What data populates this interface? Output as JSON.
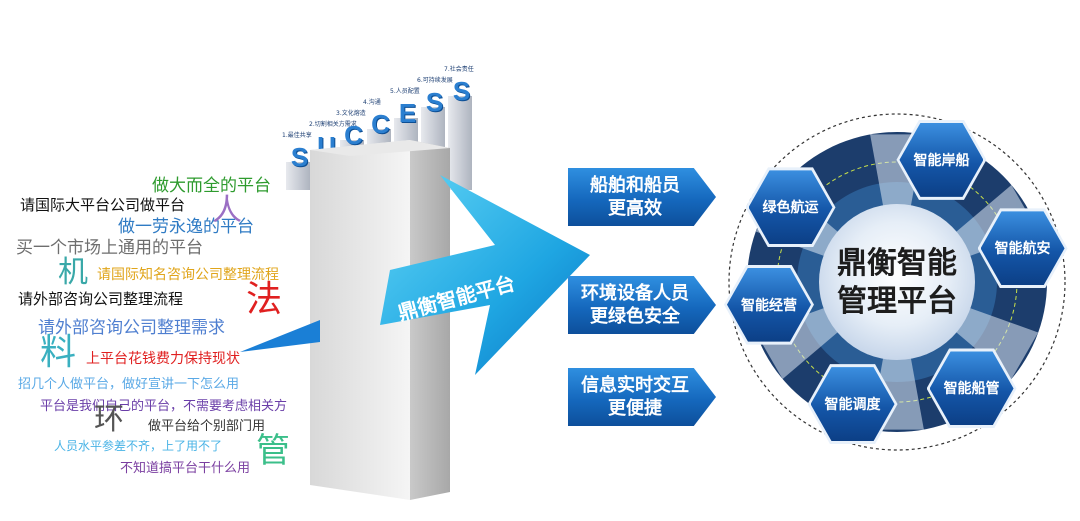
{
  "success": {
    "letters": [
      "S",
      "U",
      "C",
      "C",
      "E",
      "S",
      "S"
    ],
    "labels": [
      "1.最佳共享",
      "2.切割相关方需求",
      "3.文化熔造",
      "4.沟通",
      "5.人员配置",
      "6.可持续发展",
      "7.社会责任"
    ]
  },
  "cloud": [
    {
      "text": "做大而全的平台",
      "color": "#2e9b2e",
      "size": 17
    },
    {
      "text": "请国际大平台公司做平台",
      "color": "#111111",
      "size": 15
    },
    {
      "text": "做一劳永逸的平台",
      "color": "#2f7bc4",
      "size": 17
    },
    {
      "text": "人",
      "color": "#9b6fc4",
      "size": 30
    },
    {
      "text": "买一个市场上通用的平台",
      "color": "#6e6e6e",
      "size": 17
    },
    {
      "text": "机",
      "color": "#39a8a8",
      "size": 30
    },
    {
      "text": "请国际知名咨询公司整理流程",
      "color": "#e0a51b",
      "size": 14
    },
    {
      "text": "法",
      "color": "#e02020",
      "size": 36
    },
    {
      "text": "请外部咨询公司整理流程",
      "color": "#111111",
      "size": 15
    },
    {
      "text": "请外部咨询公司整理需求",
      "color": "#4f7fd0",
      "size": 17
    },
    {
      "text": "料",
      "color": "#3ab0c0",
      "size": 36
    },
    {
      "text": "上平台花钱费力保持现状",
      "color": "#e02020",
      "size": 14
    },
    {
      "text": "招几个人做平台，做好宣讲一下怎么用",
      "color": "#5aa9e6",
      "size": 13
    },
    {
      "text": "平台是我们自己的平台，不需要考虑相关方",
      "color": "#6a3ea8",
      "size": 13
    },
    {
      "text": "环",
      "color": "#555555",
      "size": 30
    },
    {
      "text": "做平台给个别部门用",
      "color": "#333333",
      "size": 13
    },
    {
      "text": "人员水平参差不齐，上了用不了",
      "color": "#49b3e6",
      "size": 12
    },
    {
      "text": "管",
      "color": "#3bbf8a",
      "size": 34
    },
    {
      "text": "不知道搞平台干什么用",
      "color": "#7a3ea0",
      "size": 13
    }
  ],
  "arrow_label": "鼎衡智能平台",
  "benefits": [
    "船舶和船员\n更高效",
    "环境设备人员\n更绿色安全",
    "信息实时交互\n更便捷"
  ],
  "hub": {
    "center": "鼎衡智能\n管理平台",
    "nodes": [
      "智能岸船",
      "智能航安",
      "智能船管",
      "智能调度",
      "智能经营",
      "绿色航运"
    ]
  },
  "colors": {
    "accent": "#1a6fc7",
    "dark": "#10335f",
    "cyan": "#3ec8f0"
  }
}
